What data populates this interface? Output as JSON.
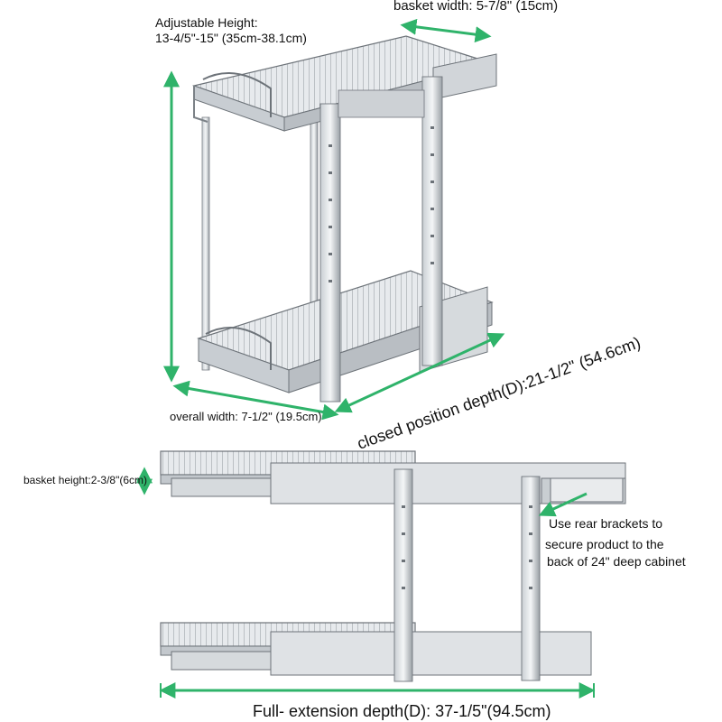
{
  "labels": {
    "adjustable_height_title": "Adjustable Height:",
    "adjustable_height_range": "13-4/5\"-15\" (35cm-38.1cm)",
    "basket_width": "basket width: 5-7/8\" (15cm)",
    "overall_width": "overall width: 7-1/2\" (19.5cm)",
    "closed_depth": "closed position depth(D):21-1/2\" (54.6cm)",
    "basket_height": "basket height:2-3/8\"(6cm)",
    "note_line1": "Use rear brackets to",
    "note_line2": "secure product to the",
    "note_line3": "back of 24\" deep cabinet",
    "full_extension": "Full- extension  depth(D): 37-1/5\"(94.5cm)"
  },
  "colors": {
    "arrow": "#2fb36a",
    "chrome_light": "#d9dde1",
    "chrome_mid": "#a8adb3",
    "chrome_dark": "#5f656b",
    "text": "#111111"
  }
}
